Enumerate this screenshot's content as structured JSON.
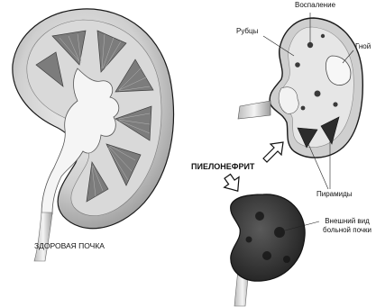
{
  "labels": {
    "healthy_kidney": "ЗДОРОВАЯ ПОЧКА",
    "pyelonephritis": "ПИЕЛОНЕФРИТ",
    "inflammation": "Воспаление",
    "scars": "Рубцы",
    "pus": "Гной",
    "pyramids": "Пирамиды",
    "external_view": "Внешний вид больной почки"
  },
  "colors": {
    "tissue_light": "#e9e9e9",
    "tissue_mid": "#b8b8b8",
    "tissue_dark": "#6f6f6f",
    "diseased_dark": "#3a3a3a",
    "outline": "#1a1a1a"
  }
}
